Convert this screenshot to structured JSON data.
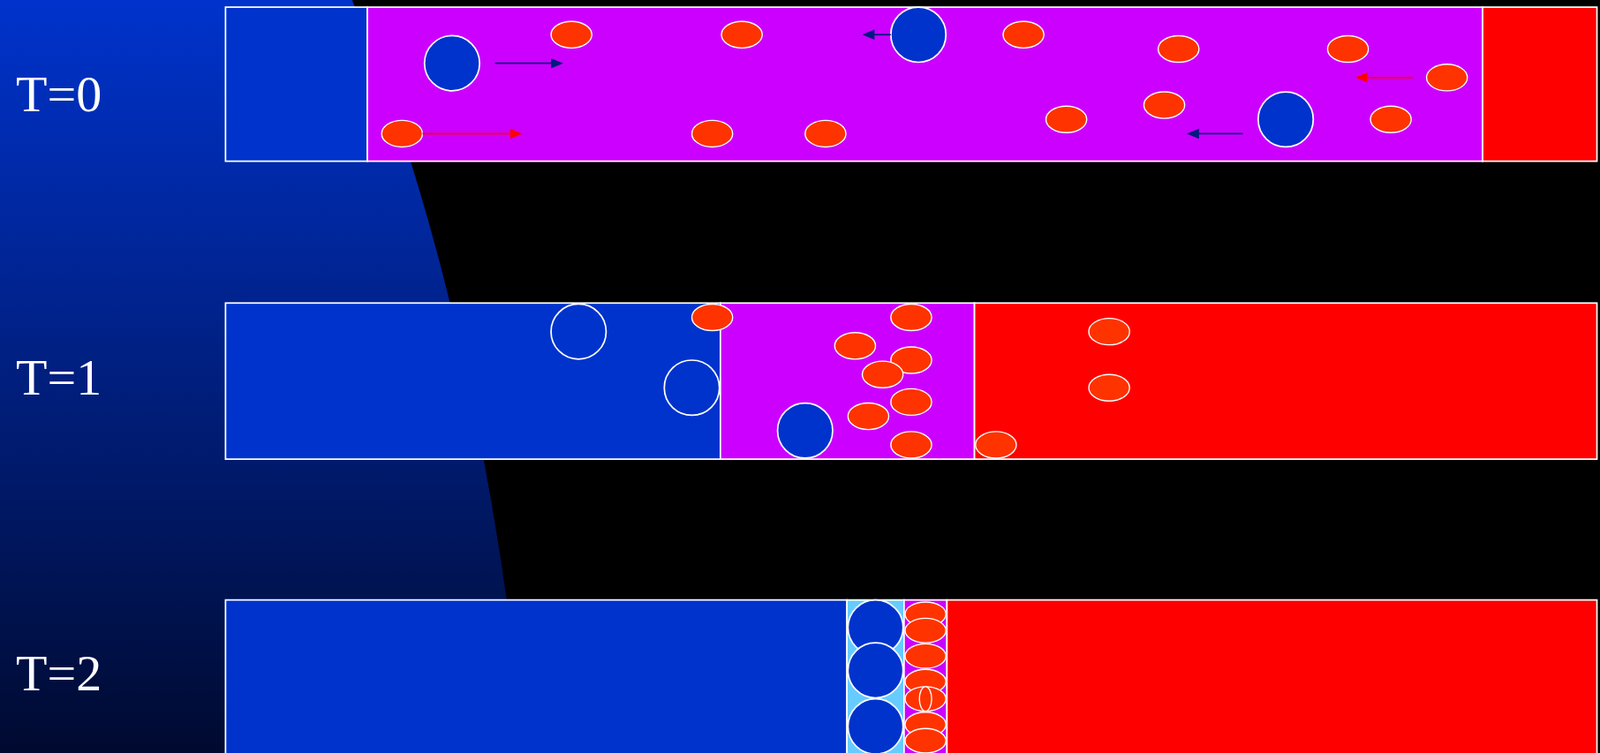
{
  "diagram": {
    "labels": [
      "T=0",
      "T=1",
      "T=2"
    ]
  }
}
